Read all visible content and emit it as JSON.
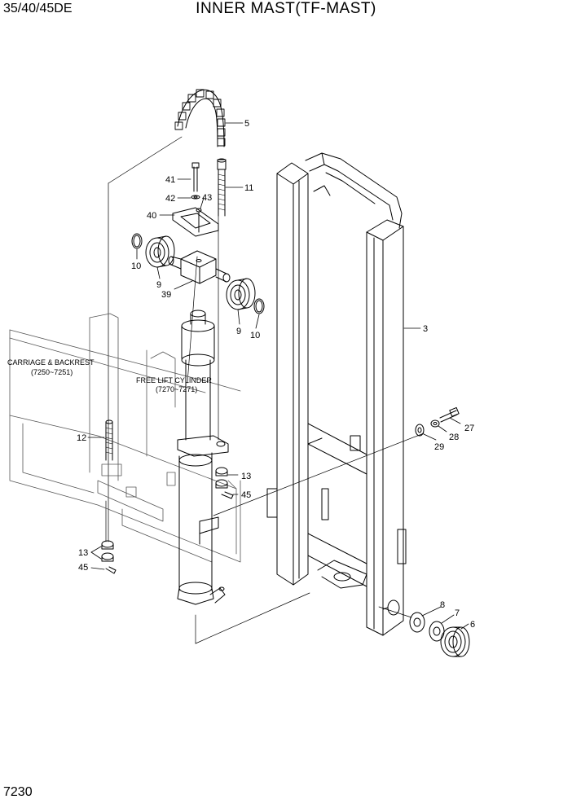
{
  "header": {
    "model": "35/40/45DE",
    "title": "INNER  MAST(TF-MAST)"
  },
  "footer": {
    "page": "7230"
  },
  "captions": {
    "carriage_name": "CARRIAGE & BACKREST",
    "carriage_ref": "(7250~7251)",
    "cylinder_name": "FREE LIFT CYLINDER",
    "cylinder_ref": "(7270~7271)"
  },
  "callouts": {
    "c5": "5",
    "c11": "11",
    "c41": "41",
    "c42": "42",
    "c43": "43",
    "c40": "40",
    "c10a": "10",
    "c9a": "9",
    "c39": "39",
    "c9b": "9",
    "c10b": "10",
    "c3": "3",
    "c27": "27",
    "c28": "28",
    "c29": "29",
    "c12": "12",
    "c13a": "13",
    "c45a": "45",
    "c13b": "13",
    "c45b": "45",
    "c8": "8",
    "c7": "7",
    "c6": "6"
  }
}
